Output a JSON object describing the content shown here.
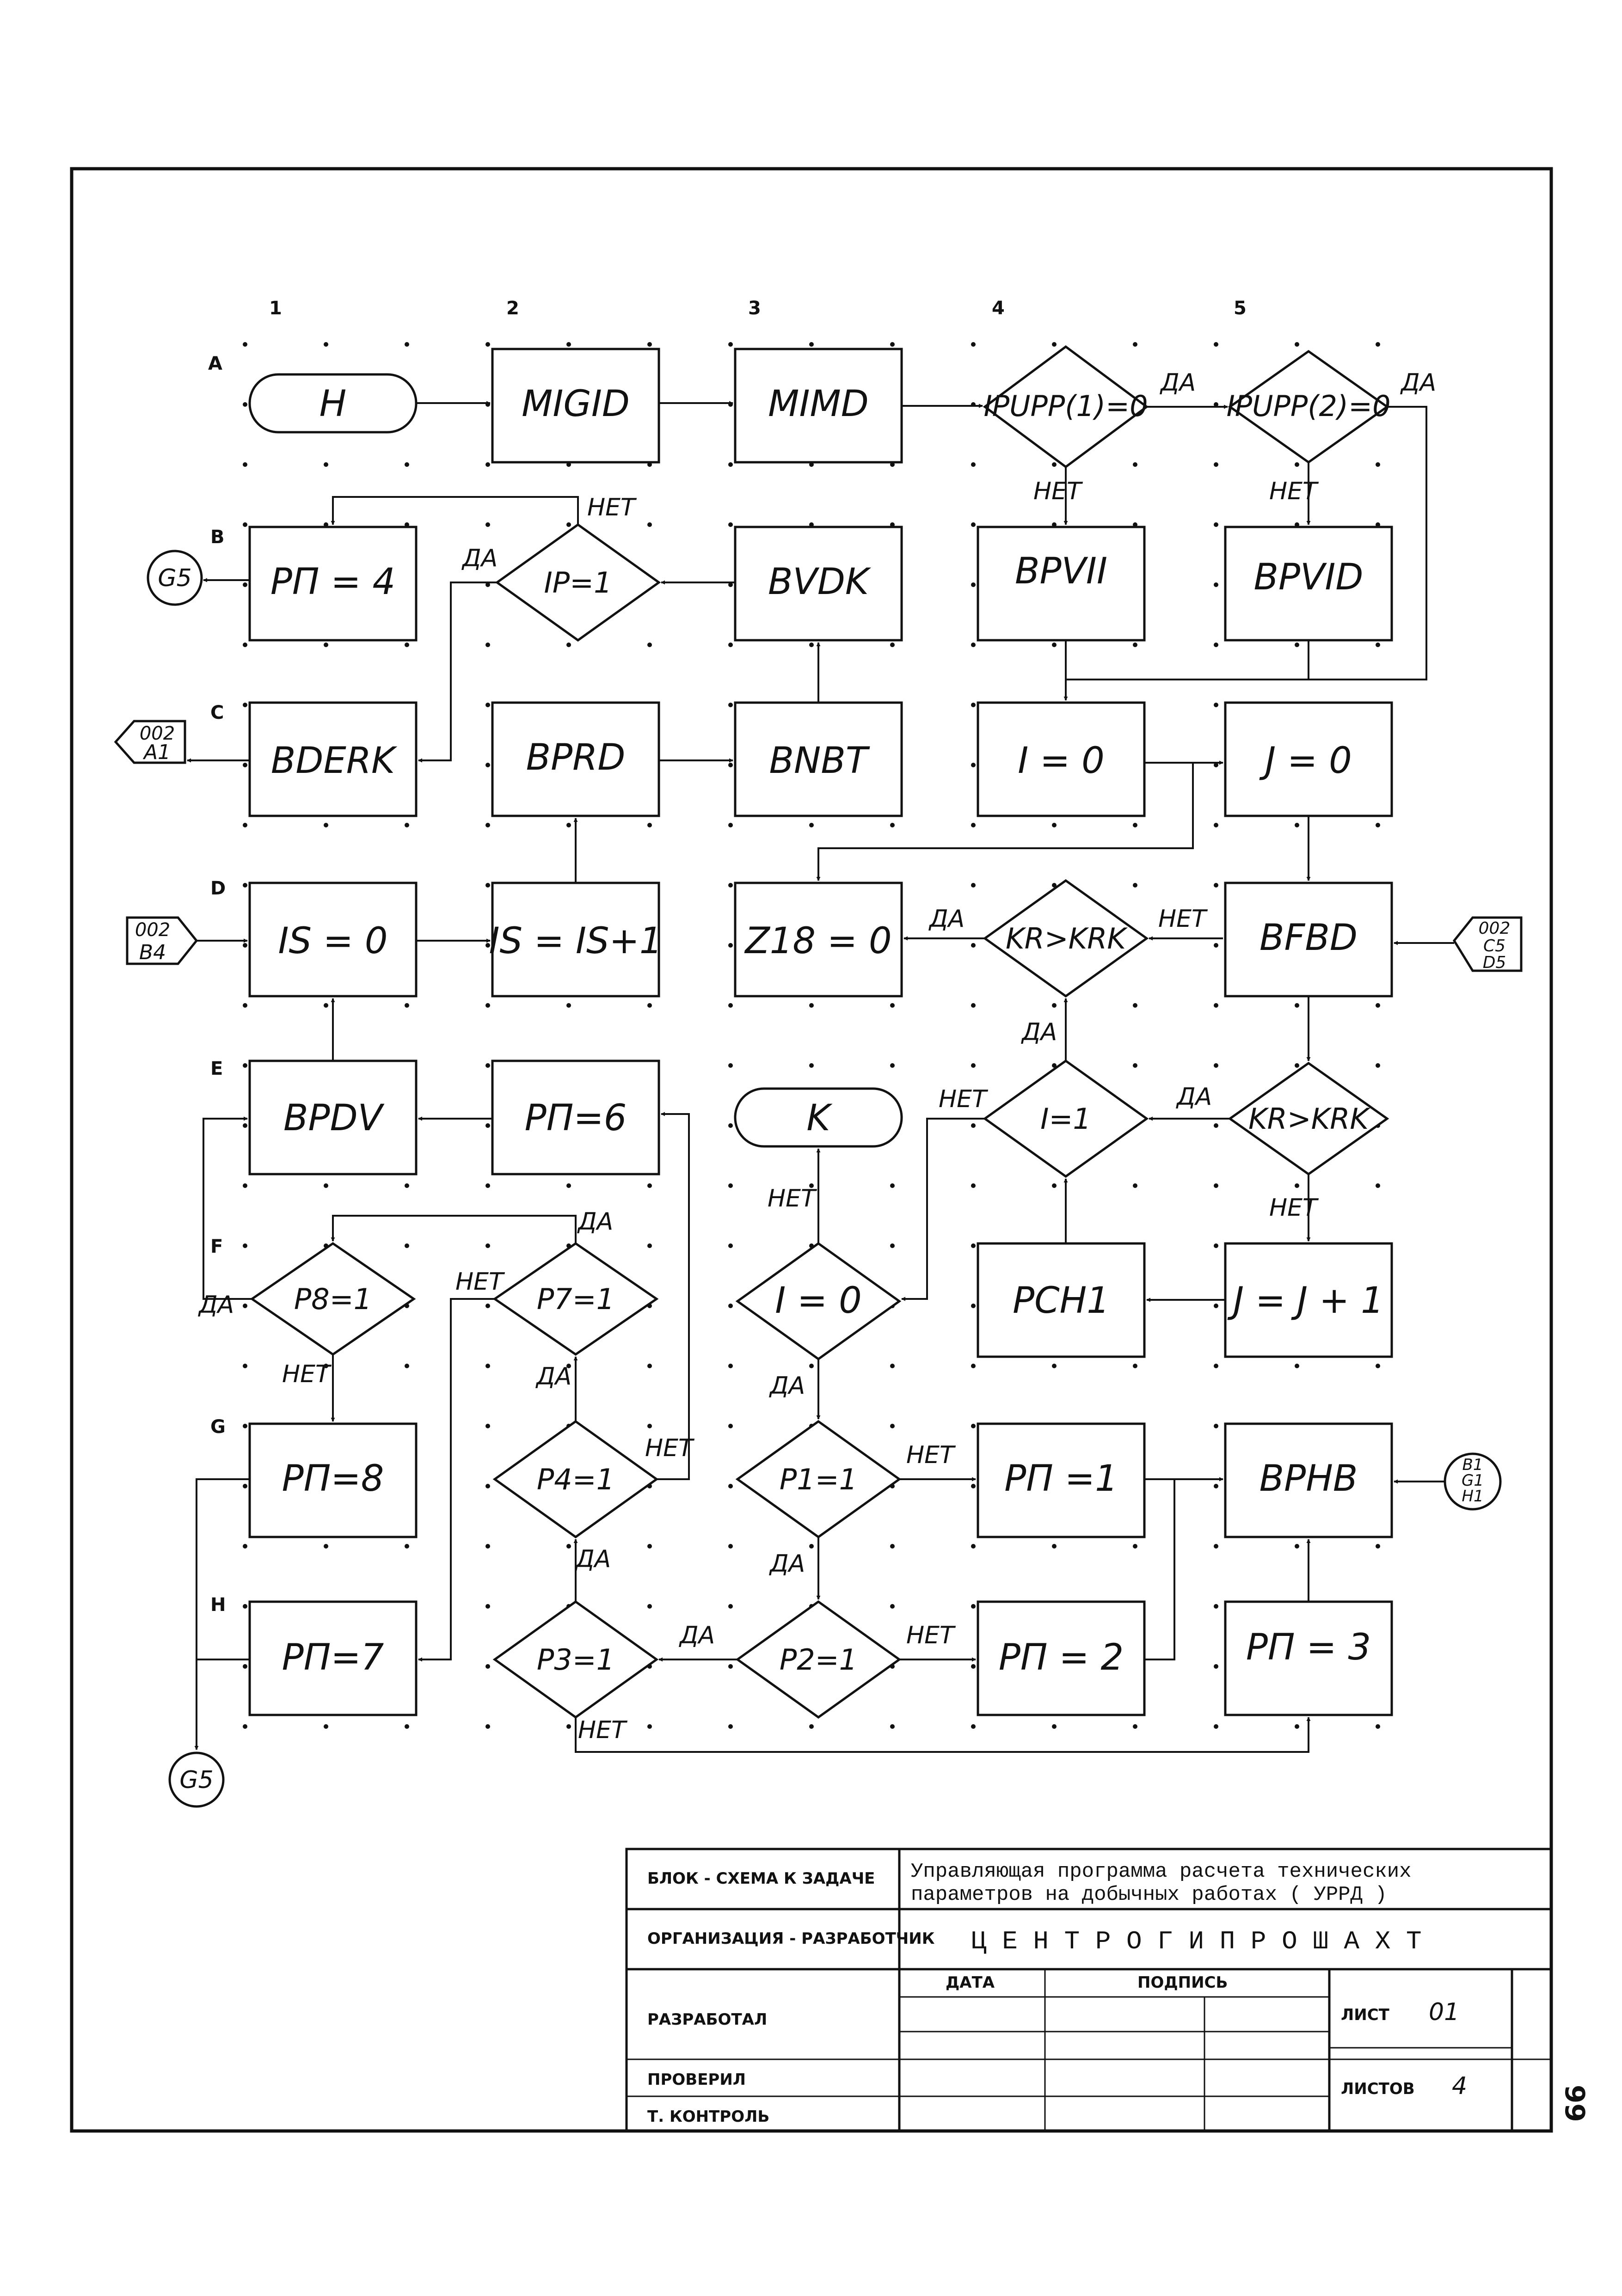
{
  "columns": [
    "1",
    "2",
    "3",
    "4",
    "5"
  ],
  "rows": [
    "A",
    "B",
    "C",
    "D",
    "E",
    "F",
    "G",
    "H"
  ],
  "blocks": {
    "start": "Н",
    "migid": "MIGID",
    "mimd": "MIMD",
    "ipupp1": "IPUPP(1)=0",
    "ipupp2": "IPUPP(2)=0",
    "rp4": "РП = 4",
    "ip1": "IP=1",
    "bvdk": "BVDK",
    "bpvii": "BPVII",
    "bpvid": "BPVID",
    "bderk": "BDERK",
    "bprd": "BPRD",
    "bnbt": "BNBT",
    "i0": "I = 0",
    "j0": "J = 0",
    "is0": "IS = 0",
    "isinc": "IS = IS+1",
    "z18": "Z18 = 0",
    "krkrk1": "KR>KRK",
    "bfbd": "BFBD",
    "bpdv": "BPDV",
    "rp6": "РП=6",
    "end": "K",
    "i1": "I=1",
    "krkrk2": "KR>KRK",
    "p8": "P8=1",
    "p7": "P7=1",
    "ieq0": "I = 0",
    "pch1": "PCH1",
    "jinc": "J = J + 1",
    "rp8": "РП=8",
    "p4": "P4=1",
    "p1": "P1=1",
    "rp1": "РП =1",
    "bphb": "BPHB",
    "rp7": "РП=7",
    "p3": "P3=1",
    "p2": "P2=1",
    "rp2": "РП = 2",
    "rp3": "РП = 3"
  },
  "labels": {
    "yes": "ДА",
    "no": "НЕТ"
  },
  "connectors": {
    "g5a": "G5",
    "g5b": "G5",
    "c002a1_1": "002",
    "c002a1_2": "A1",
    "c002b4_1": "002",
    "c002b4_2": "B4",
    "c002c5d5_1": "002",
    "c002c5d5_2": "C5",
    "c002c5d5_3": "D5",
    "cb1_1": "B1",
    "cb1_2": "G1",
    "cb1_3": "H1"
  },
  "title_block": {
    "doc_type": "БЛОК - СХЕМА К ЗАДАЧЕ",
    "title_line1": "Управляющая программа расчета технических",
    "title_line2": "параметров на добычных работах ( УРРД )",
    "org_label": "ОРГАНИЗАЦИЯ - РАЗРАБОТЧИК",
    "org_name": "Ц Е Н Т Р О Г И П Р О Ш А Х Т",
    "developed": "РАЗРАБОТАЛ",
    "checked": "ПРОВЕРИЛ",
    "control": "Т. КОНТРОЛЬ",
    "date": "ДАТА",
    "signature": "ПОДПИСЬ",
    "sheet_label": "ЛИСТ",
    "sheet_value": "01",
    "sheets_label": "ЛИСТОВ",
    "sheets_value": "4"
  },
  "page_number": "99"
}
